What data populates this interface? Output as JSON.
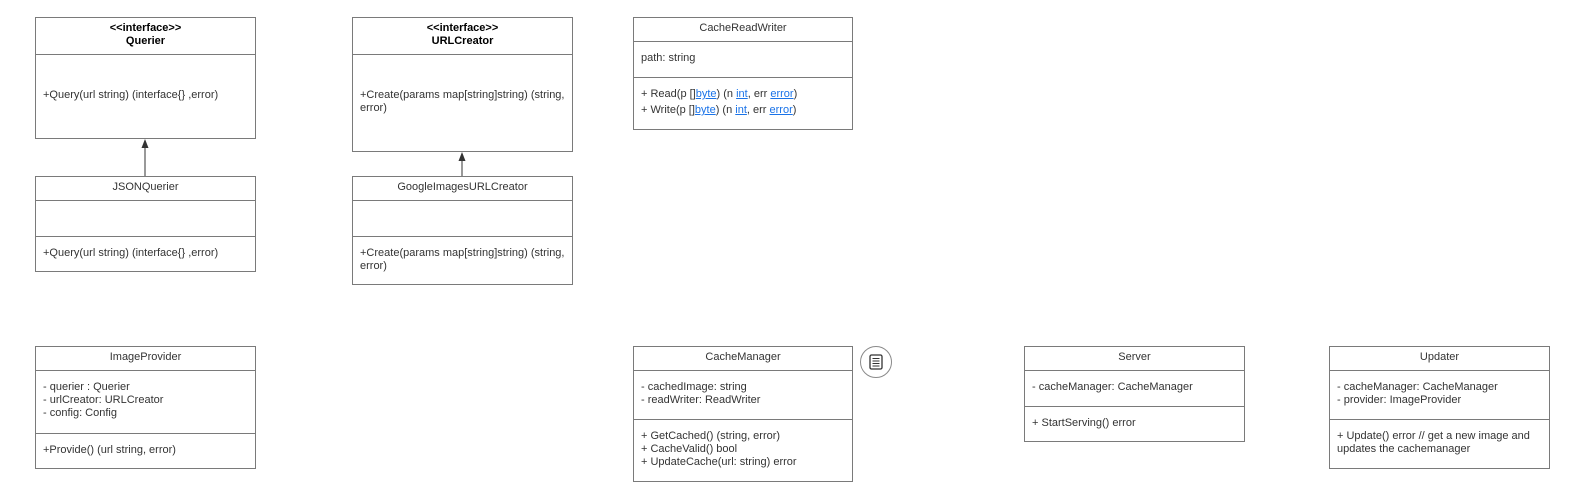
{
  "querier": {
    "stereotype": "<<interface>>",
    "name": "Querier",
    "methods": [
      "+Query(url string) (interface{} ,error)"
    ]
  },
  "urlcreator": {
    "stereotype": "<<interface>>",
    "name": "URLCreator",
    "methods": [
      "+Create(params map[string]string) (string, error)"
    ]
  },
  "cachereadwriter": {
    "name": "CacheReadWriter",
    "fields": [
      "path: string"
    ],
    "methods": [
      {
        "prefix": "+ Read(p []",
        "t1": "byte",
        "mid": ") (n ",
        "t2": "int",
        "mid2": ", err ",
        "t3": "error",
        "suffix": ")"
      },
      {
        "prefix": "+ Write(p []",
        "t1": "byte",
        "mid": ") (n ",
        "t2": "int",
        "mid2": ", err ",
        "t3": "error",
        "suffix": ")"
      }
    ]
  },
  "jsonquerier": {
    "name": "JSONQuerier",
    "methods": [
      "+Query(url string) (interface{} ,error)"
    ]
  },
  "googleimages": {
    "name": "GoogleImagesURLCreator",
    "methods": [
      "+Create(params map[string]string) (string, error)"
    ]
  },
  "imageprovider": {
    "name": "ImageProvider",
    "fields": [
      "- querier : Querier",
      "- urlCreator: URLCreator",
      "- config: Config"
    ],
    "methods": [
      "+Provide() (url string, error)"
    ]
  },
  "cachemanager": {
    "name": "CacheManager",
    "fields": [
      "- cachedImage: string",
      "- readWriter: ReadWriter"
    ],
    "methods": [
      "+ GetCached() (string, error)",
      "+ CacheValid() bool",
      "+ UpdateCache(url: string) error"
    ]
  },
  "server": {
    "name": "Server",
    "fields": [
      "- cacheManager: CacheManager"
    ],
    "methods": [
      "+ StartServing() error"
    ]
  },
  "updater": {
    "name": "Updater",
    "fields": [
      "- cacheManager: CacheManager",
      "- provider: ImageProvider"
    ],
    "methods": [
      "+ Update() error // get a new image and updates the cachemanager"
    ]
  },
  "colors": {
    "border": "#7a7a7a",
    "link": "#1a73e8",
    "text": "#333333"
  },
  "icons": {
    "note": "note-icon"
  }
}
